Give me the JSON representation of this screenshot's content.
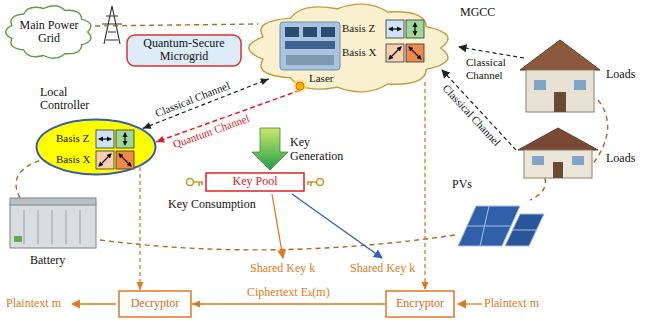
{
  "diagram": {
    "nodes": [
      {
        "text": [
          "Main Power Grid"
        ]
      },
      {
        "text": [
          "Quantum-Secure Microgrid"
        ]
      },
      {
        "text": [
          "MGCC"
        ]
      },
      {
        "text": [
          "Local Controller"
        ]
      },
      {
        "text": [
          "Key Pool"
        ]
      },
      {
        "text": [
          "Decryptor"
        ]
      },
      {
        "text": [
          "Encryptor"
        ]
      }
    ],
    "edges": [
      {
        "from": 0,
        "to": 2,
        "arrow": "none"
      },
      {
        "from": 3,
        "to": 2,
        "label": "Classical Channel",
        "arrow": "both"
      },
      {
        "from": 2,
        "to": 3,
        "label": "Quantum Channel",
        "arrow": "to"
      },
      {
        "from": 3,
        "to": 5,
        "arrow": "to"
      },
      {
        "from": 2,
        "to": 6,
        "arrow": "to"
      },
      {
        "from": 6,
        "to": 5,
        "label": "Ciphertext Eₖ(m)",
        "arrow": "to"
      }
    ],
    "labels": [
      "Basis Z",
      "Basis X",
      "Laser",
      "Basis Z",
      "Basis X",
      "Classical Channel",
      "Classical Channel",
      "Loads",
      "Loads",
      "Key Generation",
      "Key Consumption",
      "Battery",
      "PVs",
      "Shared Key k",
      "Shared Key k",
      "Plaintext m",
      "Plaintext m"
    ]
  }
}
